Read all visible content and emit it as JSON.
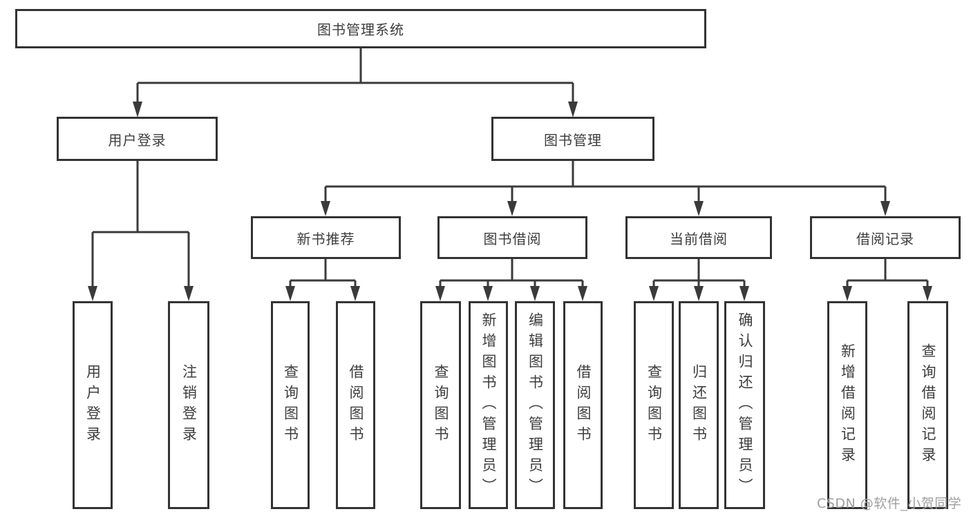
{
  "diagram": {
    "title_node": "图书管理系统",
    "tree": {
      "label": "图书管理系统",
      "children": [
        {
          "label": "用户登录",
          "children": [
            {
              "label": "用户登录"
            },
            {
              "label": "注销登录"
            }
          ]
        },
        {
          "label": "图书管理",
          "children": [
            {
              "label": "新书推荐",
              "children": [
                {
                  "label": "查询图书"
                },
                {
                  "label": "借阅图书"
                }
              ]
            },
            {
              "label": "图书借阅",
              "children": [
                {
                  "label": "查询图书"
                },
                {
                  "label": "新增图书（管理员）"
                },
                {
                  "label": "编辑图书（管理员）"
                },
                {
                  "label": "借阅图书"
                }
              ]
            },
            {
              "label": "当前借阅",
              "children": [
                {
                  "label": "查询图书"
                },
                {
                  "label": "归还图书"
                },
                {
                  "label": "确认归还（管理员）"
                }
              ]
            },
            {
              "label": "借阅记录",
              "children": [
                {
                  "label": "新增借阅记录"
                },
                {
                  "label": "查询借阅记录"
                }
              ]
            }
          ]
        }
      ]
    },
    "colors": {
      "border": "#333333",
      "line": "#3a3a3a",
      "text": "#3d3d3d",
      "background": "#ffffff"
    }
  },
  "watermark": {
    "text": "CSDN @软件_小贺同学",
    "color": "#9e9e9e"
  }
}
